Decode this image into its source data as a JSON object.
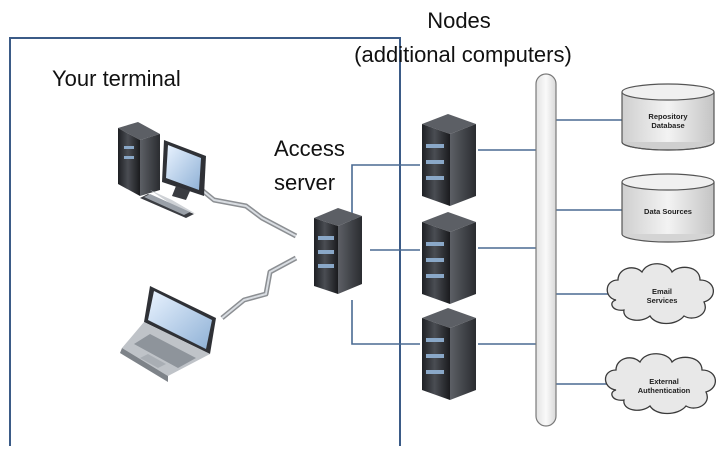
{
  "labels": {
    "nodes_title": "Nodes",
    "nodes_subtitle": "(additional computers)",
    "your_terminal": "Your terminal",
    "access_server_line1": "Access",
    "access_server_line2": "server"
  },
  "resources": {
    "repository_db": [
      "Repository",
      "Database"
    ],
    "data_sources": [
      "Data Sources"
    ],
    "email_services": [
      "Email",
      "Services"
    ],
    "external_auth": [
      "External",
      "Authentication"
    ]
  },
  "colors": {
    "frame_border": "#3b5b87",
    "connector": "#4a6a92",
    "server_body": "#2e3034",
    "server_accent": "#8aa8c8",
    "bus_fill": "#f4f4f4",
    "cylinder_fill": "#e6e6e6",
    "cloud_fill": "#e8e8e8"
  },
  "icons": [
    "desktop-computer-icon",
    "laptop-icon",
    "server-icon",
    "database-icon",
    "cloud-icon",
    "network-link-icon"
  ]
}
